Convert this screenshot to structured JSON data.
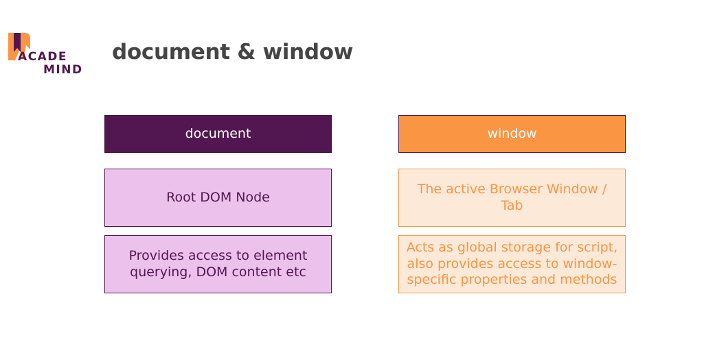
{
  "logo": {
    "line1": "ACADE",
    "line2": "MIND"
  },
  "title": "document & window",
  "columns": {
    "document": {
      "header": "document",
      "items": [
        "Root DOM Node",
        "Provides access to element querying, DOM content etc"
      ]
    },
    "window": {
      "header": "window",
      "items": [
        "The active Browser Window / Tab",
        "Acts as global storage for script, also provides access to window-specific properties and methods"
      ]
    }
  },
  "colors": {
    "brand_purple": "#521751",
    "brand_orange": "#fa9543",
    "light_purple": "#ecc1ec",
    "light_orange": "#fde9d8",
    "title_gray": "#454545"
  }
}
